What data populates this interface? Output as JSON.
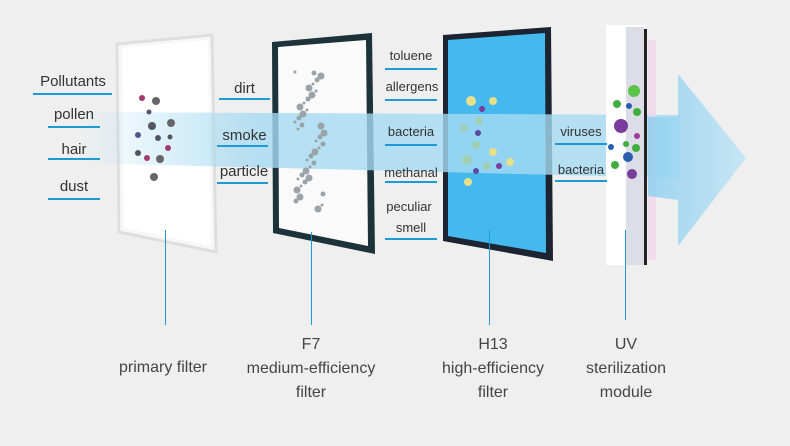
{
  "pollutants": {
    "heading": "Pollutants",
    "items": [
      "pollen",
      "hair",
      "dust"
    ]
  },
  "f7_targets": [
    "dirt",
    "smoke",
    "particle"
  ],
  "h13_targets": [
    "toluene",
    "allergens",
    "bacteria",
    "methanal",
    "peculiar",
    "smell"
  ],
  "uv_targets": [
    "viruses",
    "bacteria"
  ],
  "stages": {
    "primary": {
      "line1": "primary filter"
    },
    "f7": {
      "line1": "F7",
      "line2": "medium-efficiency",
      "line3": "filter"
    },
    "h13": {
      "line1": "H13",
      "line2": "high-efficiency",
      "line3": "filter"
    },
    "uv": {
      "line1": "UV",
      "line2": "sterilization",
      "line3": "module"
    }
  },
  "colors": {
    "accent": "#1e9bd7",
    "hepa": "#45b9ee",
    "frame": "#1c3339",
    "beam": "#9fd8f2"
  }
}
